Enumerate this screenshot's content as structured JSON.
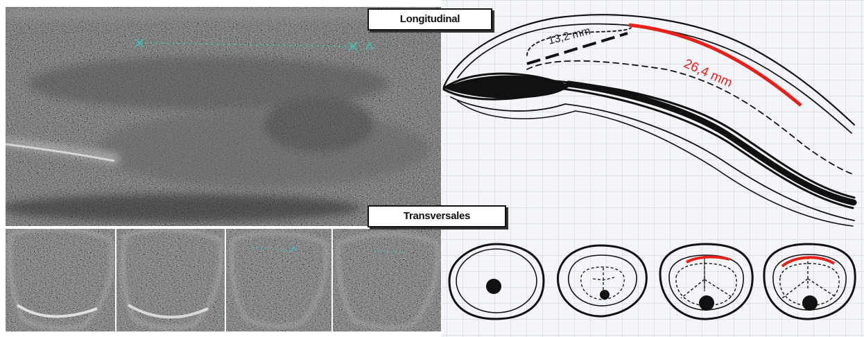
{
  "labels": {
    "longitudinal": "Longitudinal",
    "transversales": "Transversales"
  },
  "measurements": {
    "short": "13,2 mm",
    "long": "26,4 mm"
  },
  "colors": {
    "measurement_red": "#e8201a",
    "caliper_cyan": "#3fc4b8",
    "grid_line": "#c9cdd6",
    "ink": "#111111"
  },
  "icons": [
    "caliper-x-marker",
    "caliper-triangle-marker"
  ]
}
